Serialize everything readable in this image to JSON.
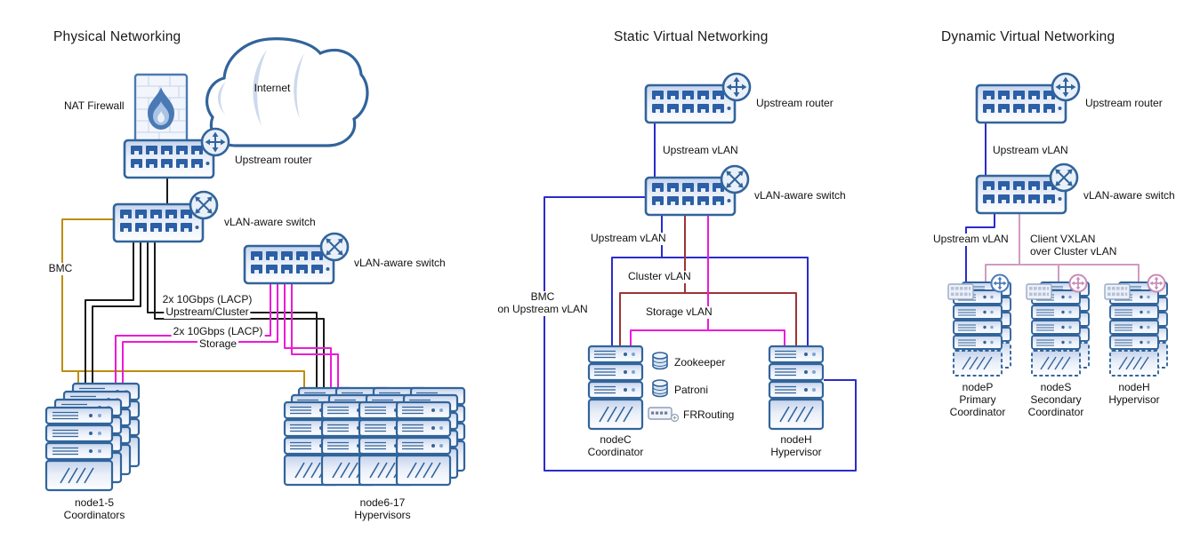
{
  "colors": {
    "device_stroke": "#31649b",
    "cable_black": "#1a1a1a",
    "bmc_gold": "#bd8d0e",
    "storage_magenta": "#ed1ad8",
    "upstream_blue": "#2b2bcd",
    "cluster_red": "#9e3434",
    "vxlan_pink": "#cf9cc2"
  },
  "physical": {
    "title": "Physical Networking",
    "internet": "Internet",
    "nat_firewall": "NAT Firewall",
    "upstream_router": "Upstream router",
    "vlan_switch_a": "vLAN-aware switch",
    "vlan_switch_b": "vLAN-aware switch",
    "bmc": "BMC",
    "lacp_upstream_1": "2x 10Gbps (LACP)",
    "lacp_upstream_2": "Upstream/Cluster",
    "lacp_storage_1": "2x 10Gbps (LACP)",
    "lacp_storage_2": "Storage",
    "coordinators_1": "node1-5",
    "coordinators_2": "Coordinators",
    "hypervisors_1": "node6-17",
    "hypervisors_2": "Hypervisors"
  },
  "static_virtual": {
    "title": "Static Virtual Networking",
    "upstream_router": "Upstream router",
    "upstream_vlan_link": "Upstream vLAN",
    "vlan_switch": "vLAN-aware switch",
    "upstream_vlan": "Upstream vLAN",
    "cluster_vlan": "Cluster vLAN",
    "storage_vlan": "Storage vLAN",
    "bmc_1": "BMC",
    "bmc_2": "on Upstream vLAN",
    "zookeeper": "Zookeeper",
    "patroni": "Patroni",
    "frrouting": "FRRouting",
    "nodec_1": "nodeC",
    "nodec_2": "Coordinator",
    "nodeh_1": "nodeH",
    "nodeh_2": "Hypervisor"
  },
  "dynamic_virtual": {
    "title": "Dynamic Virtual Networking",
    "upstream_router": "Upstream router",
    "upstream_vlan_link": "Upstream vLAN",
    "vlan_switch": "vLAN-aware switch",
    "upstream_vlan": "Upstream vLAN",
    "client_vxlan_1": "Client VXLAN",
    "client_vxlan_2": "over Cluster vLAN",
    "nodep_1": "nodeP",
    "nodep_2": "Primary",
    "nodep_3": "Coordinator",
    "nodes_1": "nodeS",
    "nodes_2": "Secondary",
    "nodes_3": "Coordinator",
    "nodeh_1": "nodeH",
    "nodeh_2": "Hypervisor"
  }
}
